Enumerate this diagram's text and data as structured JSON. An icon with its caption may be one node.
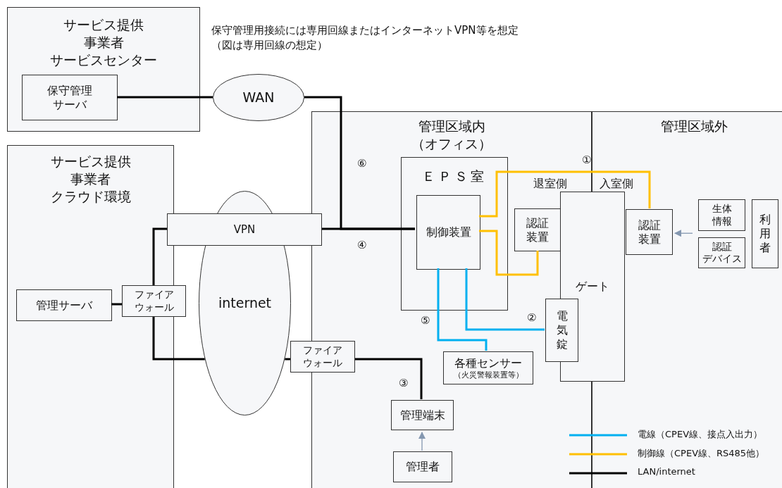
{
  "diagram": {
    "nodes": [
      {
        "text": [
          "サービス提供事業者サービスセンター"
        ]
      },
      {
        "text": [
          "保守管理サーバ"
        ],
        "in": 0
      },
      {
        "text": [
          "WAN"
        ]
      },
      {
        "text": [
          "サービス提供事業者クラウド環境"
        ]
      },
      {
        "text": [
          "管理サーバ"
        ],
        "in": 3
      },
      {
        "text": [
          "ファイアウォール"
        ]
      },
      {
        "text": [
          "internet"
        ]
      },
      {
        "text": [
          "VPN"
        ]
      },
      {
        "text": [
          "管理区域内（オフィス）"
        ]
      },
      {
        "text": [
          "管理区域外"
        ]
      },
      {
        "text": [
          "ＥＰＳ室"
        ],
        "in": 8
      },
      {
        "text": [
          "制御装置"
        ],
        "in": 10
      },
      {
        "text": [
          "認証装置"
        ],
        "in": 8
      },
      {
        "text": [
          "ゲート"
        ]
      },
      {
        "text": [
          "電気錠"
        ],
        "in": 8
      },
      {
        "text": [
          "認証装置"
        ],
        "in": 9
      },
      {
        "text": [
          "生体情報"
        ],
        "in": 9
      },
      {
        "text": [
          "認証デバイス"
        ],
        "in": 9
      },
      {
        "text": [
          "利用者"
        ],
        "in": 9
      },
      {
        "text": [
          "各種センサー",
          "（火災警報装置等）"
        ],
        "in": 8
      },
      {
        "text": [
          "ファイアウォール"
        ]
      },
      {
        "text": [
          "管理端末"
        ],
        "in": 8
      },
      {
        "text": [
          "管理者"
        ],
        "in": 8
      }
    ],
    "edges": [
      {
        "from": 1,
        "to": 2,
        "arrow": "none"
      },
      {
        "from": 2,
        "to": 11,
        "arrow": "none"
      },
      {
        "from": 7,
        "to": 11,
        "arrow": "none"
      },
      {
        "from": 4,
        "to": 5,
        "arrow": "none"
      },
      {
        "from": 5,
        "to": 7,
        "arrow": "none"
      },
      {
        "from": 5,
        "to": 6,
        "arrow": "none"
      },
      {
        "from": 6,
        "to": 20,
        "arrow": "none"
      },
      {
        "from": 20,
        "to": 21,
        "arrow": "none"
      },
      {
        "from": 11,
        "to": 15,
        "arrow": "none",
        "color": "#ffc000"
      },
      {
        "from": 11,
        "to": 12,
        "arrow": "none",
        "color": "#ffc000"
      },
      {
        "from": 11,
        "to": 19,
        "arrow": "none",
        "color": "#00b0f0"
      },
      {
        "from": 11,
        "to": 14,
        "arrow": "none",
        "color": "#00b0f0"
      },
      {
        "from": 16,
        "to": 15,
        "arrow": "to",
        "color": "#8497b0"
      },
      {
        "from": 17,
        "to": 15,
        "arrow": "to",
        "color": "#8497b0"
      },
      {
        "from": 22,
        "to": 21,
        "arrow": "to",
        "color": "#8497b0"
      }
    ],
    "labels": [
      "保守管理用接続には専用回線またはインターネットVPN等を想定",
      "（図は専用回線の想定）",
      "⑥",
      "①",
      "退室側",
      "入室側",
      "④",
      "⑤",
      "②",
      "③"
    ],
    "legend": [
      {
        "text": "電線（CPEV線、接点入出力）",
        "color": "#00b0f0"
      },
      {
        "text": "制御線（CPEV線、RS485他）",
        "color": "#ffc000"
      },
      {
        "text": "LAN/internet",
        "color": "#000000"
      }
    ]
  }
}
